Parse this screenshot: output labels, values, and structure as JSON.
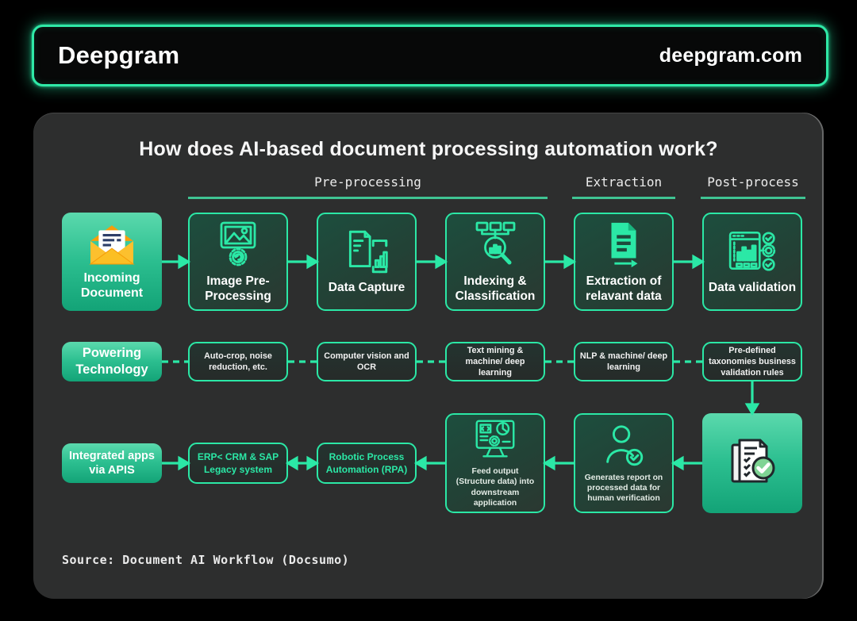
{
  "header": {
    "logo": "Deepgram",
    "site": "deepgram.com"
  },
  "panel": {
    "title": "How does AI-based document processing automation work?",
    "sections": [
      {
        "label": "Pre-processing"
      },
      {
        "label": "Extraction"
      },
      {
        "label": "Post-process"
      }
    ],
    "row1": [
      {
        "label": "Incoming Document",
        "icon": "envelope-document-icon",
        "style": "filled"
      },
      {
        "label": "Image Pre-Processing",
        "icon": "image-gear-icon",
        "style": "outlined"
      },
      {
        "label": "Data Capture",
        "icon": "document-scan-icon",
        "style": "outlined"
      },
      {
        "label": "Indexing & Classification",
        "icon": "magnifier-chart-icon",
        "style": "outlined"
      },
      {
        "label": "Extraction of relavant data",
        "icon": "document-extract-icon",
        "style": "outlined"
      },
      {
        "label": "Data validation",
        "icon": "validation-dashboard-icon",
        "style": "outlined"
      }
    ],
    "row2": [
      {
        "label": "Powering Technology",
        "style": "filled"
      },
      {
        "label": "Auto-crop, noise reduction, etc.",
        "style": "plain"
      },
      {
        "label": "Computer vision and OCR",
        "style": "plain"
      },
      {
        "label": "Text mining & machine/ deep learning",
        "style": "plain"
      },
      {
        "label": "NLP & machine/ deep learning",
        "style": "plain"
      },
      {
        "label": "Pre-defined taxonomies business validation rules",
        "style": "plain"
      }
    ],
    "row3": [
      {
        "label": "Integrated apps via APIS",
        "style": "filled"
      },
      {
        "label": "ERP< CRM & SAP Legacy system",
        "style": "plain-green-text"
      },
      {
        "label": "Robotic Process Automation (RPA)",
        "style": "plain-green-text"
      },
      {
        "label": "Feed output (Structure data) into downstream application",
        "icon": "monitor-output-icon",
        "style": "outlined"
      },
      {
        "label": "Generates report on processed data for human verification",
        "icon": "person-check-icon",
        "style": "outlined"
      },
      {
        "label": "",
        "icon": "checklist-documents-icon",
        "style": "filled"
      }
    ],
    "source": "Source: Document AI Workflow (Docsumo)"
  },
  "colors": {
    "accent": "#2be8a6",
    "section_underline": "#3fc493",
    "filled_box_top": "#5bd9ad",
    "filled_box_bottom": "#13a377",
    "panel_background": "#2d2e2e",
    "page_background": "#000000"
  }
}
